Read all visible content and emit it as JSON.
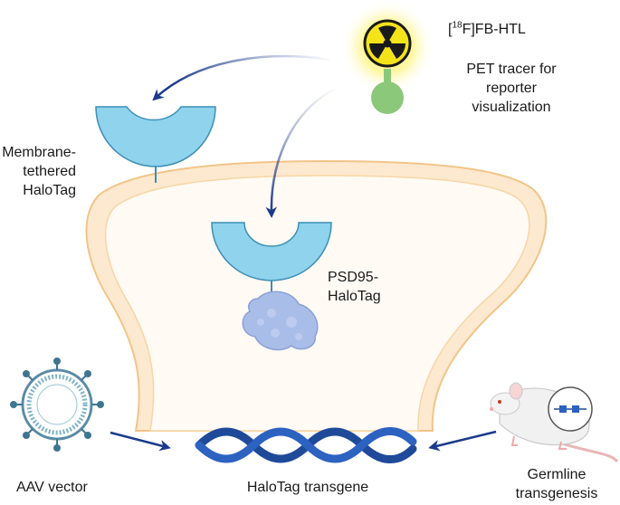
{
  "tracer": {
    "name_sup": "18",
    "name_prefix": "[",
    "name_suffix": "F]FB-HTL",
    "desc_line1": "PET tracer for",
    "desc_line2": "reporter",
    "desc_line3": "visualization"
  },
  "membrane_tag": {
    "line1": "Membrane-",
    "line2": "tethered",
    "line3": "HaloTag"
  },
  "psd95_tag": {
    "line1": "PSD95-",
    "line2": "HaloTag"
  },
  "aav": {
    "label": "AAV vector"
  },
  "transgene": {
    "label": "HaloTag transgene"
  },
  "germline": {
    "line1": "Germline",
    "line2": "transgenesis"
  },
  "colors": {
    "halotag": "#8fd3ec",
    "halotag_stroke": "#3d8fb5",
    "membrane_fill": "#fde9cf",
    "membrane_stroke": "#f2c489",
    "cell_interior": "#fffaf4",
    "arrow": "#1b3a8c",
    "dna": "#1f4a9a",
    "psd95": "#a9bde9",
    "radiation_yellow": "#f5e31a",
    "tracer_stem": "#8cc87a"
  }
}
